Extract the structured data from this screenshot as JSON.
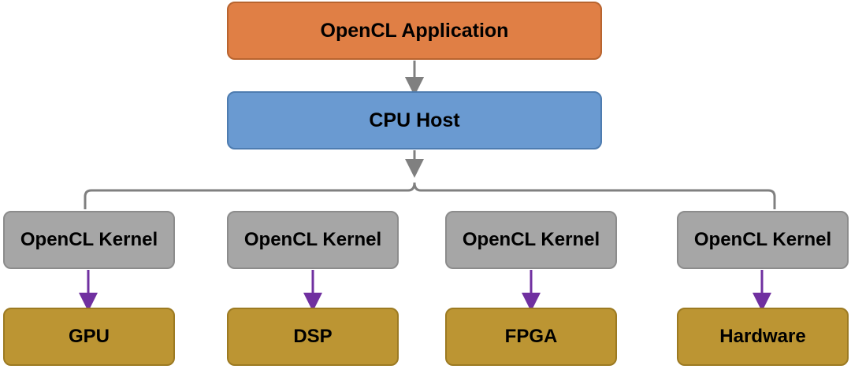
{
  "application": {
    "label": "OpenCL Application"
  },
  "host": {
    "label": "CPU Host"
  },
  "kernels": [
    {
      "label": "OpenCL Kernel"
    },
    {
      "label": "OpenCL Kernel"
    },
    {
      "label": "OpenCL Kernel"
    },
    {
      "label": "OpenCL Kernel"
    }
  ],
  "devices": [
    {
      "label": "GPU"
    },
    {
      "label": "DSP"
    },
    {
      "label": "FPGA"
    },
    {
      "label": "Hardware"
    }
  ],
  "colors": {
    "application": "#E07F45",
    "host": "#6A9AD1",
    "kernel": "#A6A6A6",
    "device": "#BC9533",
    "connector_gray": "#808080",
    "connector_purple": "#7030A0"
  }
}
